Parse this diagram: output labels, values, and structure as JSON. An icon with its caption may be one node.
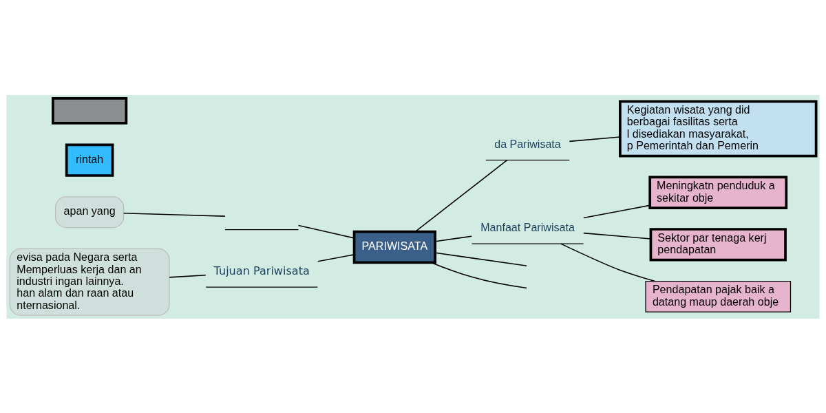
{
  "diagram": {
    "nodes": [
      {
        "text": [
          "apan yang"
        ]
      },
      {
        "text": [],
        "shape": "line"
      },
      {
        "text": [
          "evisa pada Negara serta Memperluas kerja dan an industri ingan lainnya. han alam dan raan atau nternasional."
        ]
      },
      {
        "text": [
          "Tujuan Pariwisata"
        ]
      },
      {
        "text": [
          "rintah"
        ]
      },
      {
        "text": [
          "PARIWISATA"
        ]
      },
      {
        "text": [
          "da Pariwisata"
        ]
      },
      {
        "text": [
          "Kegiatan wisata yang did berbagai fasilitas serta l disediakan masyarakat, p Pemerintah dan Pemerin"
        ]
      },
      {
        "text": [
          "Manfaat Pariwisata"
        ]
      },
      {
        "text": [
          "Meningkatn penduduk a sekitar obje"
        ]
      },
      {
        "text": [
          "Sektor par tenaga kerj pendapatan"
        ]
      },
      {
        "text": [
          "Pendapatan pajak baik a datang maup daerah obje"
        ]
      },
      {
        "text": [],
        "shape": "box"
      }
    ],
    "edges": [
      {
        "from": 0,
        "to": 1,
        "arrow": "none"
      },
      {
        "from": 1,
        "to": 5,
        "arrow": "none"
      },
      {
        "from": 2,
        "to": 3,
        "arrow": "none"
      },
      {
        "from": 3,
        "to": 5,
        "arrow": "none"
      },
      {
        "from": 5,
        "to": 6,
        "arrow": "none"
      },
      {
        "from": 6,
        "to": 7,
        "arrow": "none"
      },
      {
        "from": 5,
        "to": 8,
        "arrow": "none"
      },
      {
        "from": 8,
        "to": 9,
        "arrow": "none"
      },
      {
        "from": 8,
        "to": 10,
        "arrow": "none"
      },
      {
        "from": 8,
        "to": 11,
        "arrow": "none"
      },
      {
        "from": 5,
        "to": null,
        "arrow": "none"
      },
      {
        "from": 5,
        "to": null,
        "arrow": "none"
      }
    ]
  }
}
